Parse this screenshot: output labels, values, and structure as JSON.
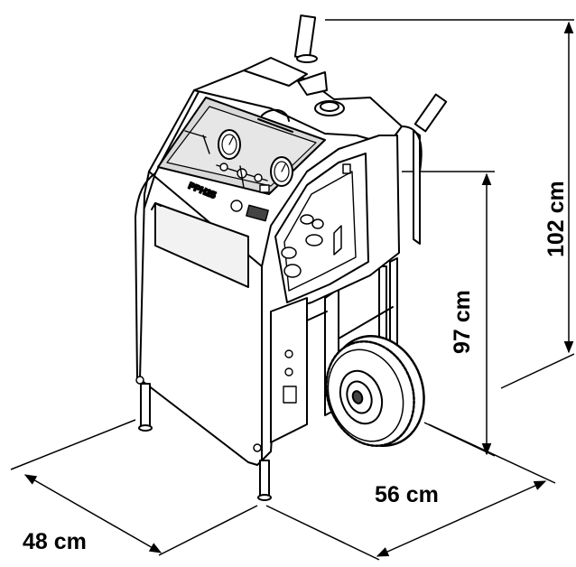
{
  "model": "PPH25",
  "dimensions": {
    "width": "56 cm",
    "depth": "48 cm",
    "height_total": "102 cm",
    "height_body": "97 cm"
  },
  "colors": {
    "line": "#000000",
    "panel": "#d9d9d9",
    "background": "#ffffff"
  }
}
